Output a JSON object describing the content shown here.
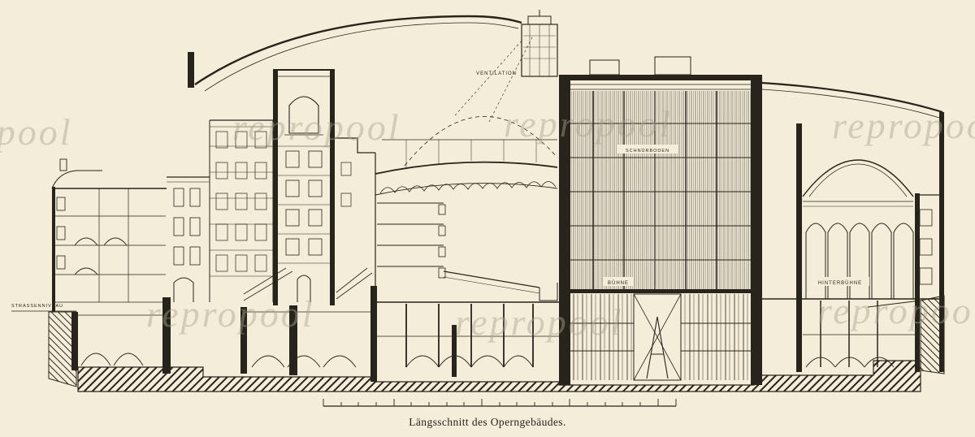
{
  "artwork": {
    "caption": "Längsschnitt des Operngebäudes.",
    "watermark": "repropool"
  },
  "labels": {
    "street_level": "STRASSENNIVEAU",
    "ventilation": "VENTILATION",
    "fly_loft": "SCHNÜRBODEN",
    "stage": "BÜHNE",
    "rear_stage": "HINTERBÜHNE"
  },
  "colors": {
    "paper": "#f3edd9",
    "ink": "#29241b",
    "watermark": "#a8a292"
  }
}
